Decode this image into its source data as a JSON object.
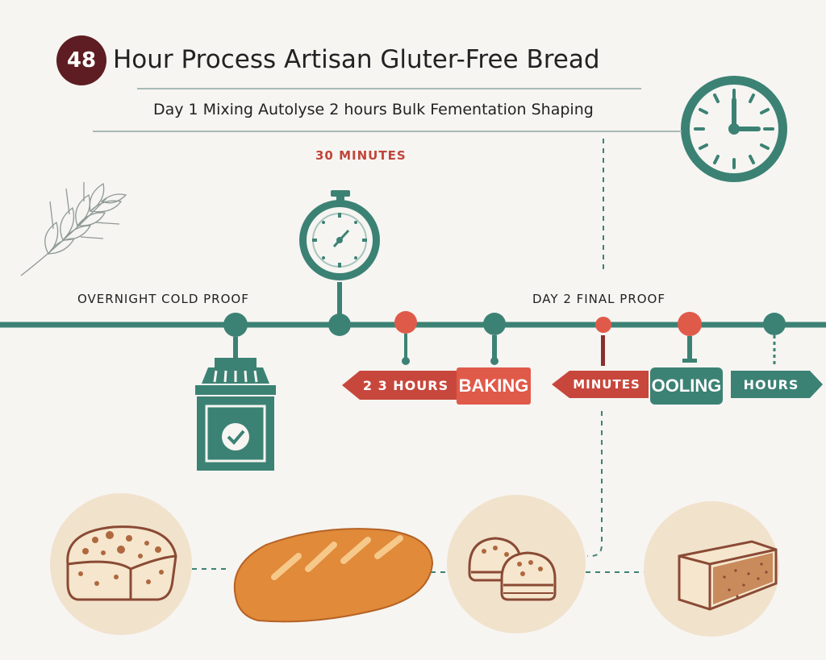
{
  "header": {
    "badge": "48",
    "title": "Hour Process Artisan Gluter-Free Bread",
    "subtitle": "Day 1 Mixing Autolyse 2 hours Bulk  Fementation Shaping"
  },
  "timeline": {
    "duration_top": "30 MINUTES",
    "label_left": "OVERNIGHT COLD PROOF",
    "label_right": "DAY 2 FINAL PROOF",
    "tag_hours_23": "2 3  HOURS",
    "tag_baking": "BAKING",
    "tag_minutes": "MINUTES",
    "tag_cooling": "OOLING",
    "tag_hours": "HOURS"
  },
  "colors": {
    "teal": "#3c8274",
    "red": "#c8473c",
    "coral": "#e05a4a",
    "maroon": "#5e1d22",
    "circle_bg": "#f1e2cc",
    "bread": "#e08a3a"
  },
  "icons": [
    "wheat-icon",
    "stopwatch-icon",
    "wall-clock-icon",
    "proofing-box-icon",
    "loaf-icon",
    "baguette-icon",
    "rolls-icon",
    "sliced-bread-icon"
  ]
}
